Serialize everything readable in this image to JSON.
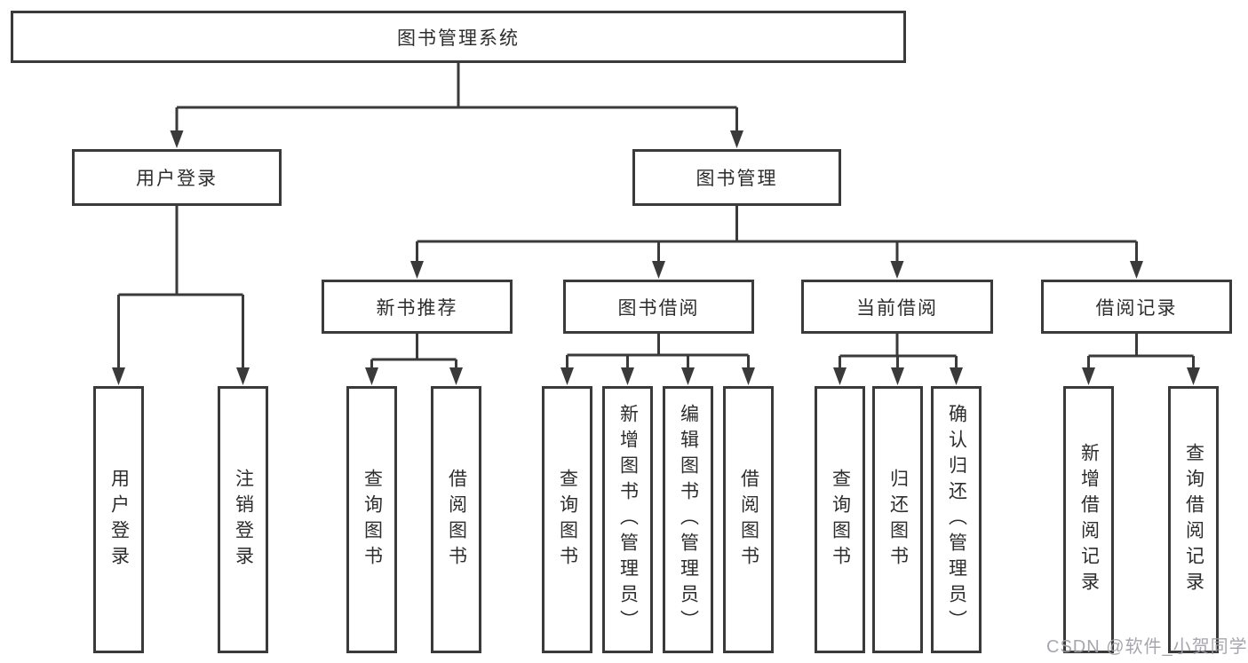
{
  "diagram": {
    "root": {
      "label": "图书管理系统"
    },
    "branches": [
      {
        "label": "用户登录",
        "leaves": [
          {
            "label": "用户登录"
          },
          {
            "label": "注销登录"
          }
        ]
      },
      {
        "label": "图书管理",
        "sections": [
          {
            "label": "新书推荐",
            "leaves": [
              {
                "label": "查询图书"
              },
              {
                "label": "借阅图书"
              }
            ]
          },
          {
            "label": "图书借阅",
            "leaves": [
              {
                "label": "查询图书"
              },
              {
                "label": "新增图书（管理员）"
              },
              {
                "label": "编辑图书（管理员）"
              },
              {
                "label": "借阅图书"
              }
            ]
          },
          {
            "label": "当前借阅",
            "leaves": [
              {
                "label": "查询图书"
              },
              {
                "label": "归还图书"
              },
              {
                "label": "确认归还（管理员）"
              }
            ]
          },
          {
            "label": "借阅记录",
            "leaves": [
              {
                "label": "新增借阅记录"
              },
              {
                "label": "查询借阅记录"
              }
            ]
          }
        ]
      }
    ]
  },
  "watermark": {
    "text": "CSDN @软件_小贺同学"
  },
  "colors": {
    "line": "#3a3a3a",
    "text": "#2d2d2d",
    "watermark": "#9e9ea8",
    "background": "#ffffff"
  }
}
